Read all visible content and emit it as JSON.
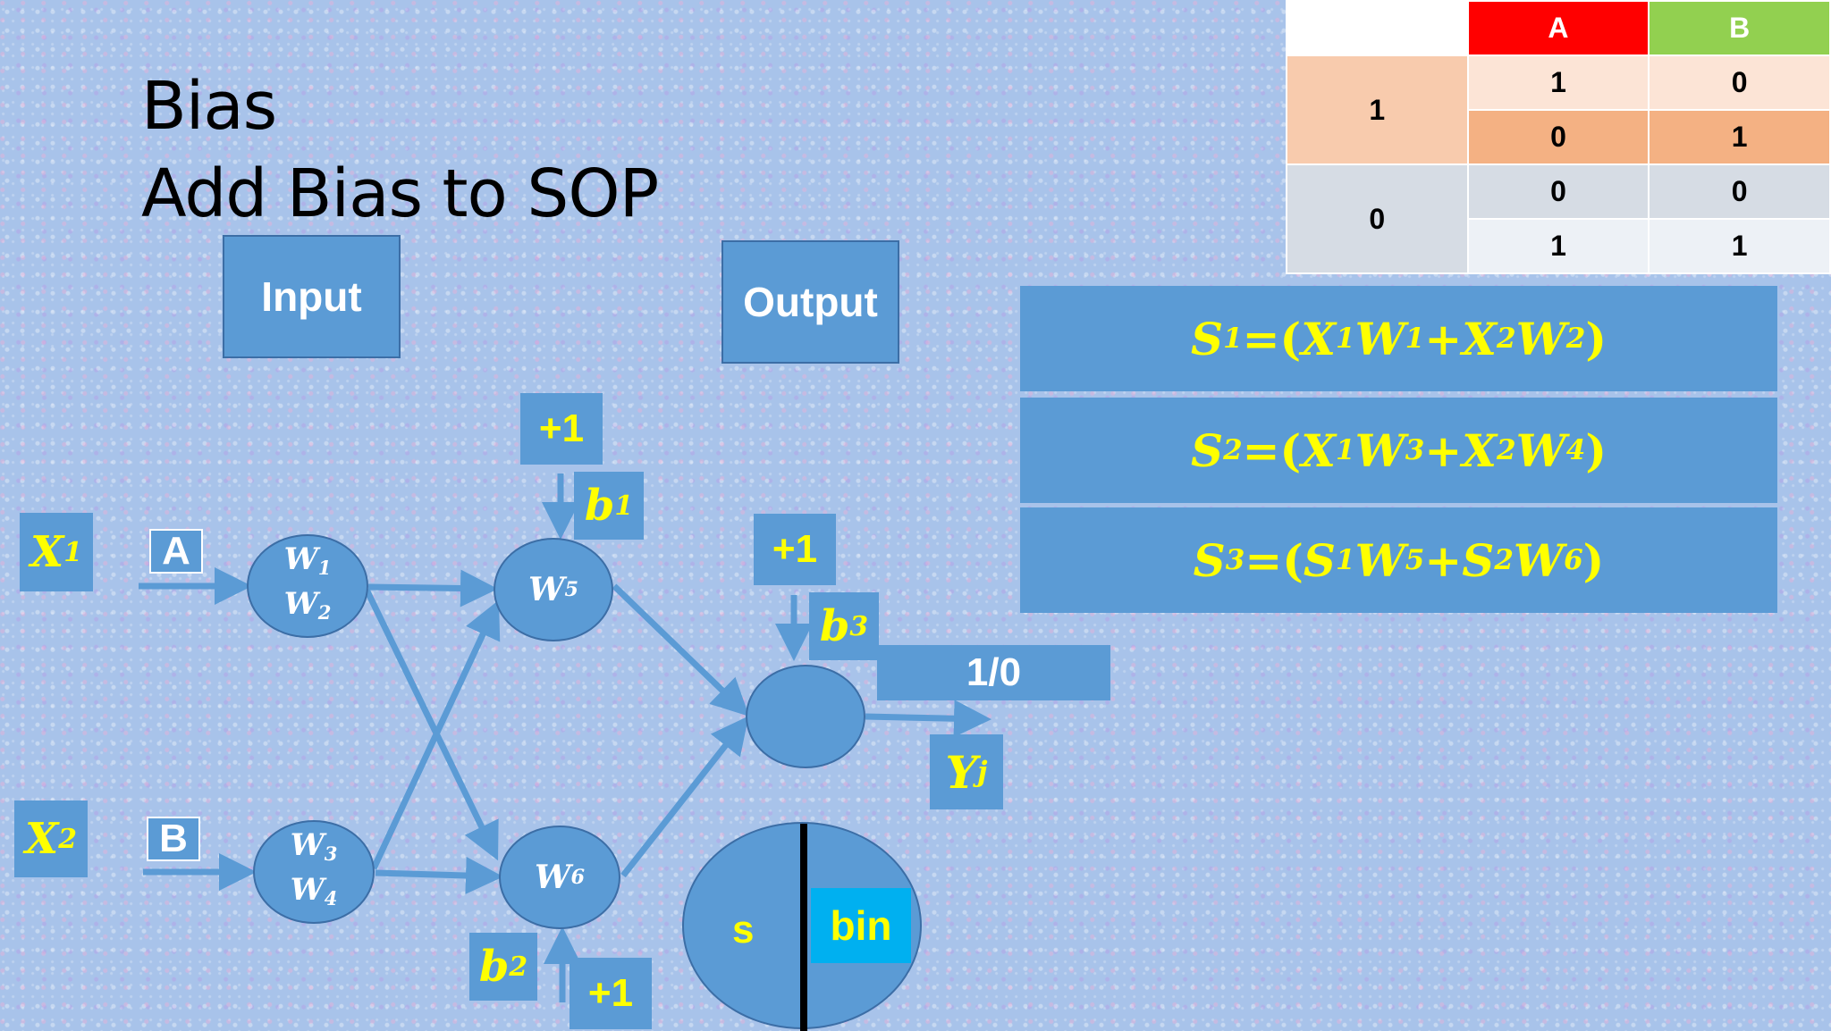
{
  "title": {
    "line1": "Bias",
    "line2": "Add Bias to SOP"
  },
  "labels": {
    "input": "Input",
    "output": "Output",
    "output_value": "1/0",
    "s": "s",
    "bin": "bin"
  },
  "inputs": [
    {
      "var": "X",
      "sub": "1",
      "node": "A"
    },
    {
      "var": "X",
      "sub": "2",
      "node": "B"
    }
  ],
  "neurons": {
    "n1": {
      "line1": "W",
      "sub1": "1",
      "line2": "W",
      "sub2": "2"
    },
    "n2": {
      "line1": "W",
      "sub1": "3",
      "line2": "W",
      "sub2": "4"
    },
    "n5": {
      "var": "W",
      "sub": "5"
    },
    "n6": {
      "var": "W",
      "sub": "6"
    }
  },
  "biases": [
    {
      "plus": "+1",
      "var": "b",
      "sub": "1"
    },
    {
      "plus": "+1",
      "var": "b",
      "sub": "2"
    },
    {
      "plus": "+1",
      "var": "b",
      "sub": "3"
    }
  ],
  "output_var": {
    "var": "Y",
    "sub": "j"
  },
  "equations": [
    {
      "s": "S",
      "ss": "1",
      "x1": "X",
      "x1s": "1",
      "w1": "W",
      "w1s": "1",
      "x2": "X",
      "x2s": "2",
      "w2": "W",
      "w2s": "2"
    },
    {
      "s": "S",
      "ss": "2",
      "x1": "X",
      "x1s": "1",
      "w1": "W",
      "w1s": "3",
      "x2": "X",
      "x2s": "2",
      "w2": "W",
      "w2s": "4"
    },
    {
      "s": "S",
      "ss": "3",
      "x1": "S",
      "x1s": "1",
      "w1": "W",
      "w1s": "5",
      "x2": "S",
      "x2s": "2",
      "w2": "W",
      "w2s": "6"
    }
  ],
  "truth_table": {
    "headers": [
      "",
      "A",
      "B"
    ],
    "groups": [
      {
        "label": "1",
        "rows": [
          [
            "1",
            "0"
          ],
          [
            "0",
            "1"
          ]
        ]
      },
      {
        "label": "0",
        "rows": [
          [
            "0",
            "0"
          ],
          [
            "1",
            "1"
          ]
        ]
      }
    ],
    "colors": {
      "header_a": "#ff0000",
      "header_b": "#92d050",
      "g1_label": "#f8cbad",
      "g1_r1": "#fce4d6",
      "g1_r2": "#f4b183",
      "g0_label": "#d6dce4",
      "g0_r1": "#d6dce4",
      "g0_r2": "#edf1f6"
    }
  },
  "colors": {
    "box": "#5b9bd5",
    "accent_text": "#ffff00",
    "arrow": "#5b9bd5"
  }
}
